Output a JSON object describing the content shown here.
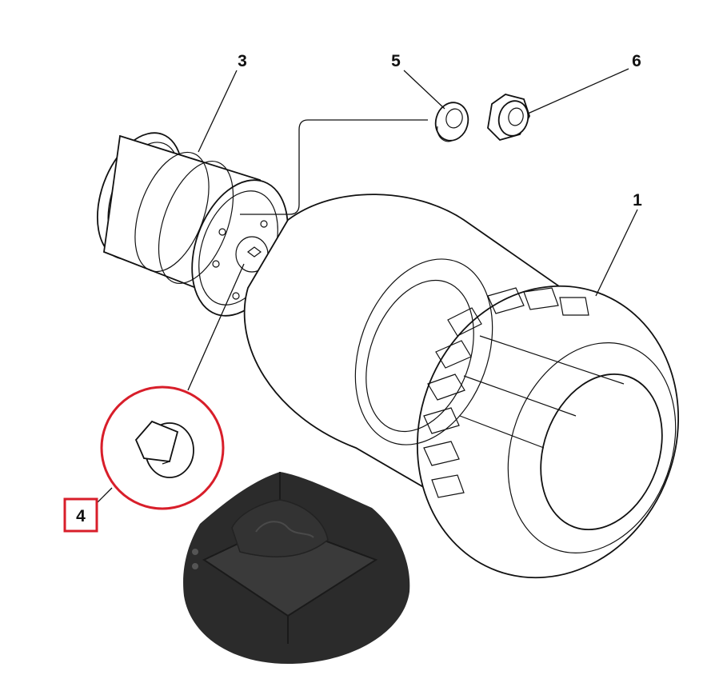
{
  "diagram": {
    "callouts": [
      {
        "id": "1",
        "label": "1"
      },
      {
        "id": "3",
        "label": "3"
      },
      {
        "id": "4",
        "label": "4"
      },
      {
        "id": "5",
        "label": "5"
      },
      {
        "id": "6",
        "label": "6"
      }
    ],
    "highlight": {
      "label": "4",
      "color": "#d81e2a"
    },
    "photo_inset": {
      "description_color": "#2b2b2b"
    }
  }
}
